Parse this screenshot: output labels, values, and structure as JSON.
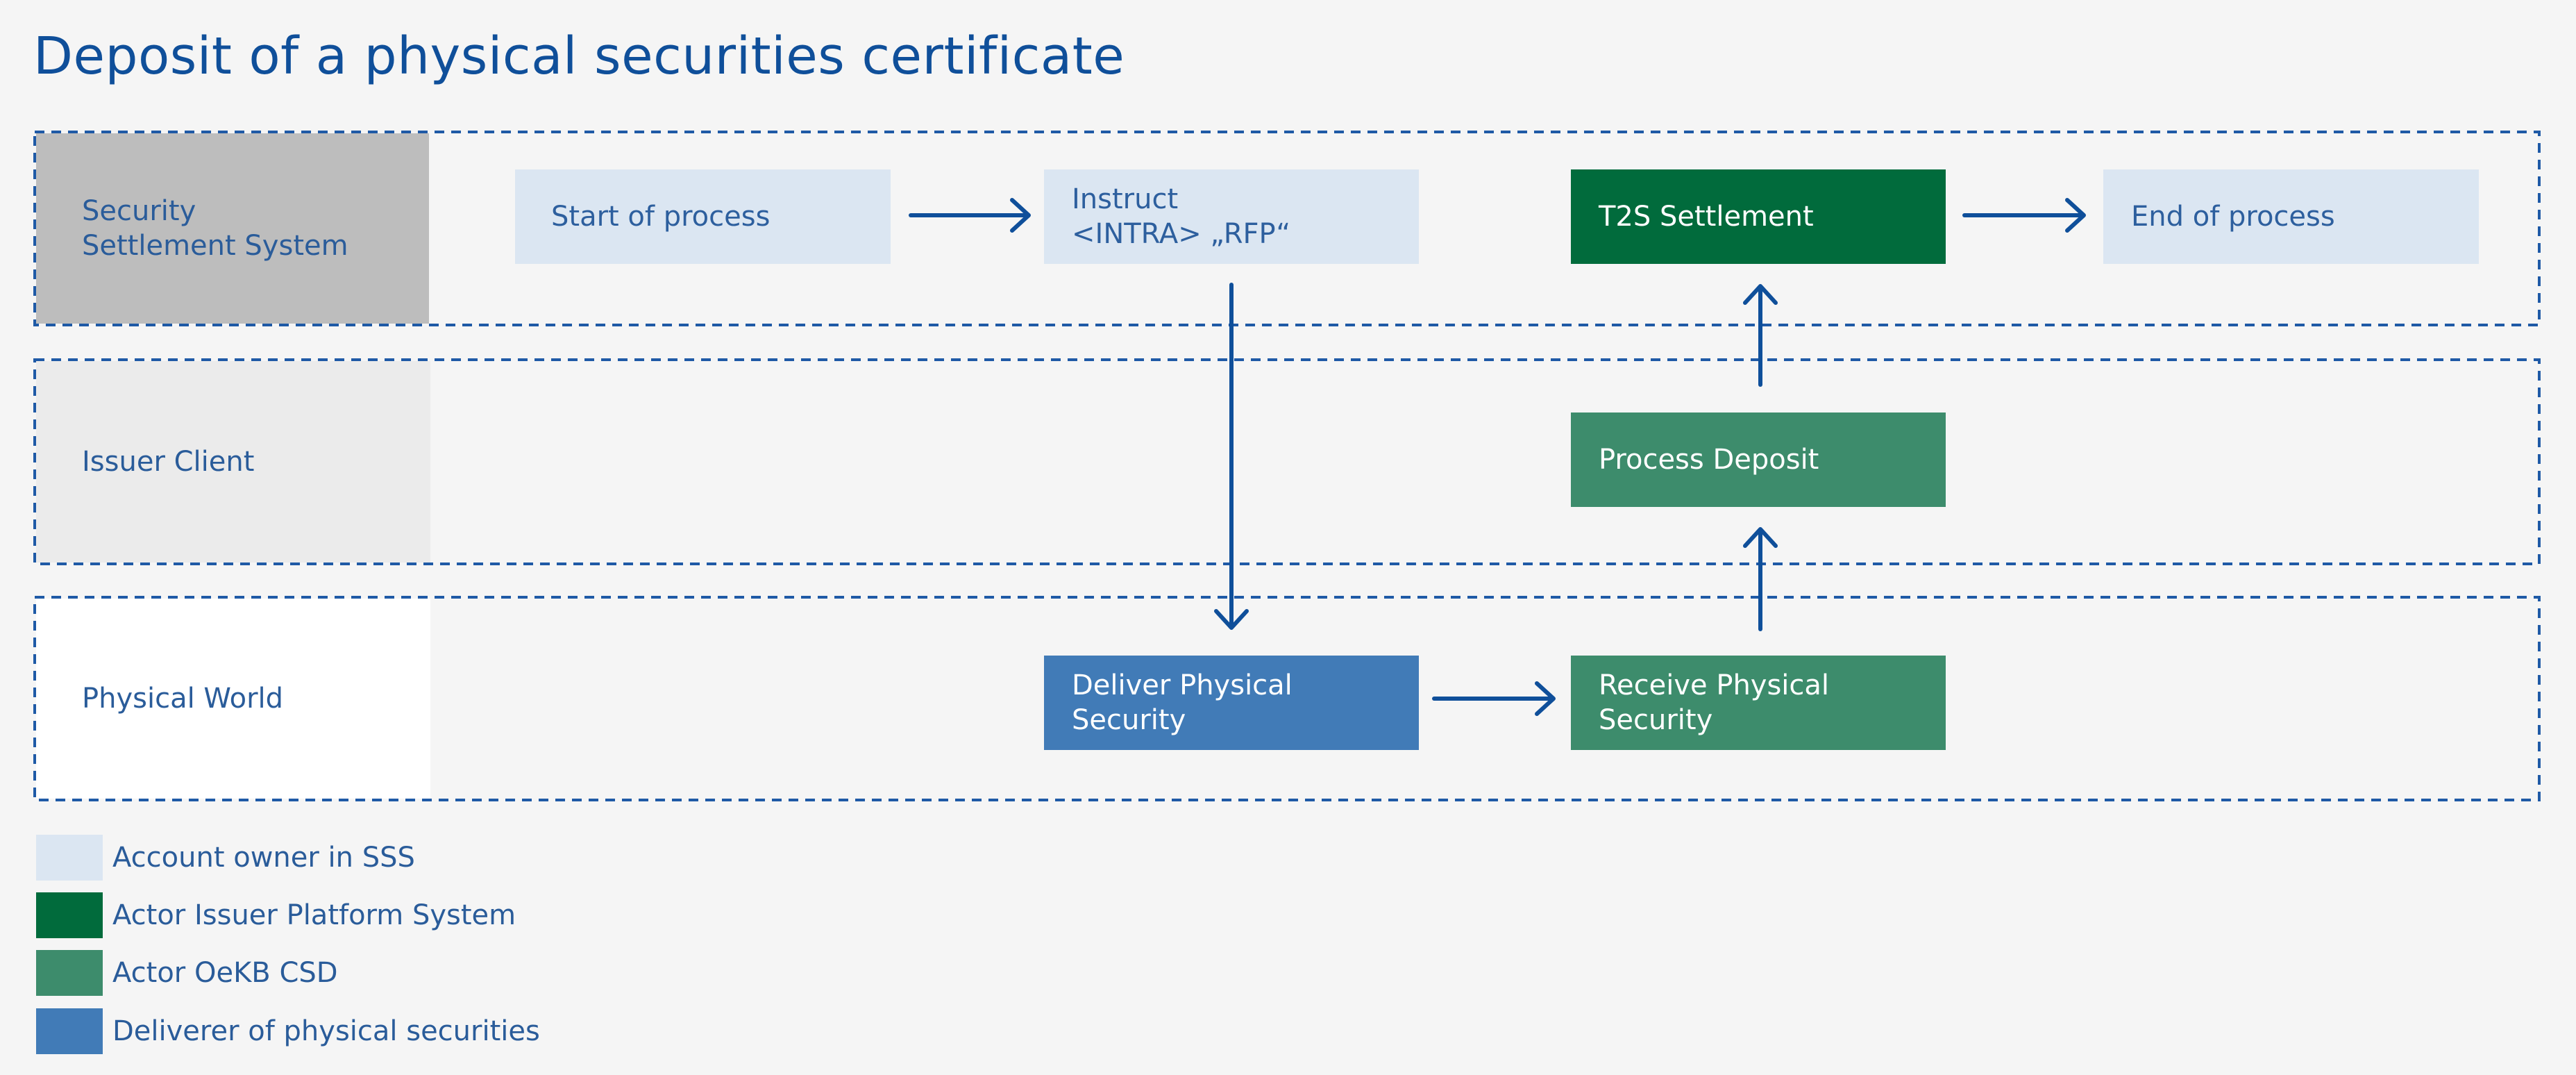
{
  "title": "Deposit of a physical securities certificate",
  "lanes": {
    "sss": "Security\nSettlement System",
    "issuer_client": "Issuer Client",
    "physical_world": "Physical World"
  },
  "boxes": {
    "start": "Start of process",
    "instruct": "Instruct\n<INTRA> „RFP“",
    "t2s": "T2S Settlement",
    "end": "End of process",
    "process_deposit": "Process Deposit",
    "deliver": "Deliver Physical\nSecurity",
    "receive": "Receive Physical\nSecurity"
  },
  "legend": [
    {
      "label": "Account owner in SSS",
      "color": "#dbe6f2"
    },
    {
      "label": "Actor Issuer Platform System",
      "color": "#016b3c"
    },
    {
      "label": "Actor OeKB CSD",
      "color": "#3d8c6c"
    },
    {
      "label": "Deliverer of physical securities",
      "color": "#417bb7"
    }
  ],
  "colors": {
    "arrow": "#0f4f9a",
    "lane_border": "#1f5aa6"
  }
}
